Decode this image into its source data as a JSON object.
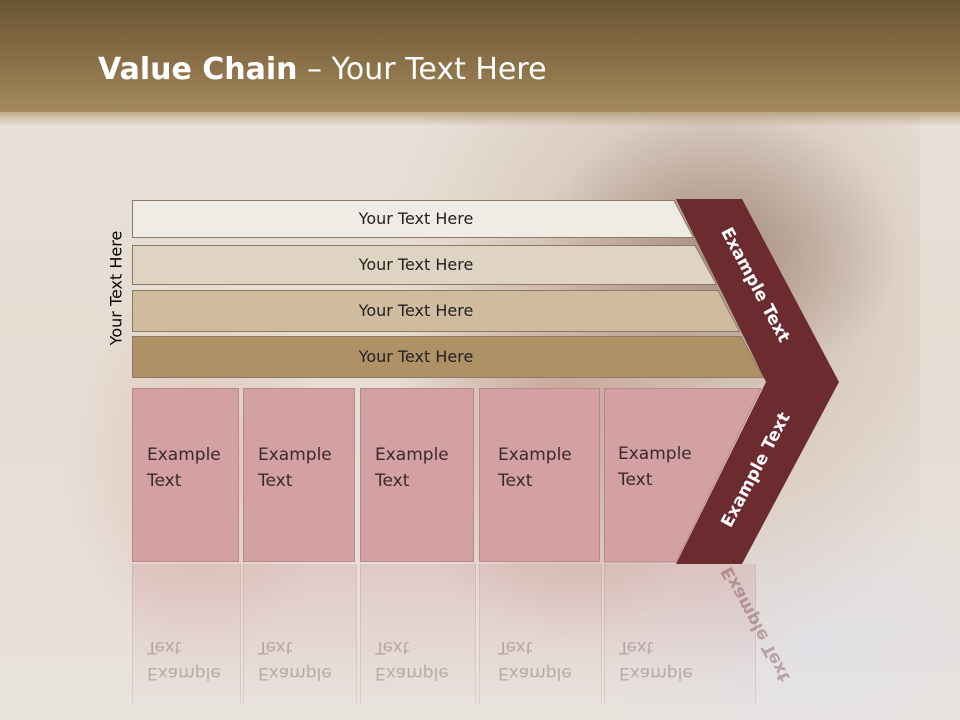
{
  "slide": {
    "title_bold": "Value Chain",
    "title_rest": " – Your Text Here",
    "side_label": "Your Text Here"
  },
  "bars": [
    {
      "label": "Your Text Here",
      "color": "#efebe5"
    },
    {
      "label": "Your Text Here",
      "color": "#dfd3c2"
    },
    {
      "label": "Your Text Here",
      "color": "#cfbc9e"
    },
    {
      "label": "Your Text Here",
      "color": "#ae9266"
    }
  ],
  "activities": [
    {
      "line1": "Example",
      "line2": "Text"
    },
    {
      "line1": "Example",
      "line2": "Text"
    },
    {
      "line1": "Example",
      "line2": "Text"
    },
    {
      "line1": "Example",
      "line2": "Text"
    },
    {
      "line1": "Example",
      "line2": "Text"
    }
  ],
  "chevron": {
    "upper_label": "Example Text",
    "lower_label": "Example Text",
    "color": "#6b2b2f"
  },
  "colors": {
    "header": "#8a7048",
    "box_fill": "#d3a0a3"
  }
}
